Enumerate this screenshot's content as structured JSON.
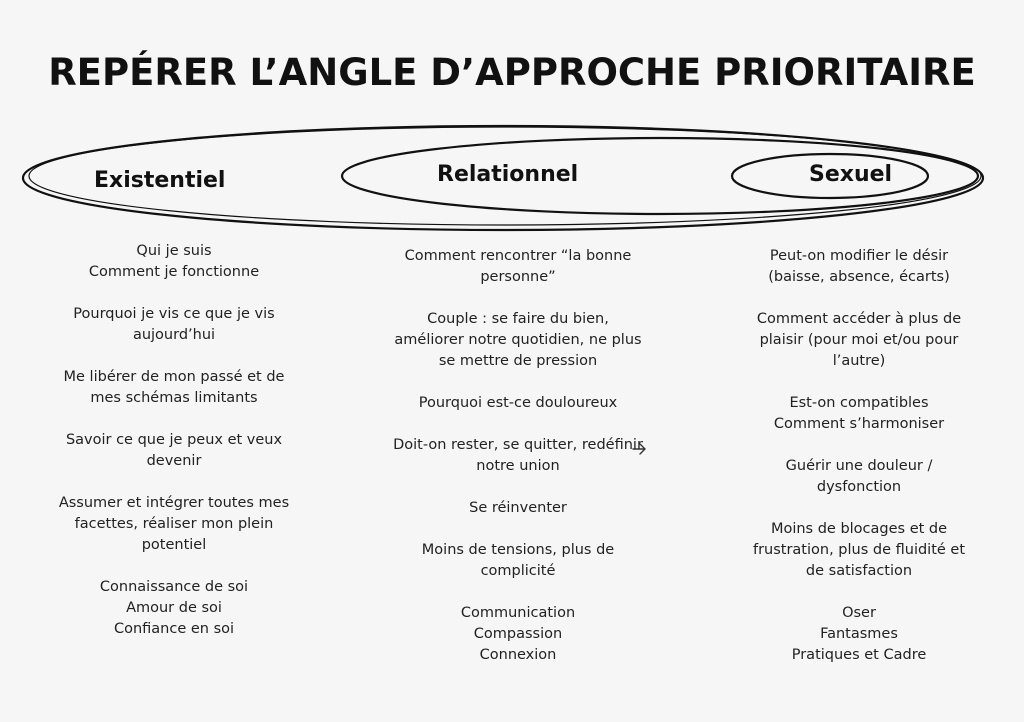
{
  "title": "REPÉRER L’ANGLE D’APPROCHE PRIORITAIRE",
  "circles": {
    "existentiel": "Existentiel",
    "relationnel": "Relationnel",
    "sexuel": "Sexuel"
  },
  "columns": {
    "existentiel": [
      [
        "Qui je suis",
        "Comment je fonctionne"
      ],
      [
        "Pourquoi je vis ce que je vis",
        "aujourd’hui"
      ],
      [
        "Me libérer de mon passé et de",
        "mes schémas limitants"
      ],
      [
        "Savoir ce que je peux et veux",
        "devenir"
      ],
      [
        "Assumer et intégrer toutes mes",
        "facettes, réaliser mon plein",
        "potentiel"
      ],
      [
        "Connaissance de soi",
        "Amour de soi",
        "Confiance en soi"
      ]
    ],
    "relationnel": [
      [
        "Comment rencontrer “la bonne",
        "personne”"
      ],
      [
        "Couple : se faire du bien,",
        "améliorer notre quotidien, ne plus",
        "se mettre de pression"
      ],
      [
        "Pourquoi est-ce douloureux"
      ],
      [
        "Doit-on rester, se quitter, redéfinir",
        "notre union"
      ],
      [
        "Se réinventer"
      ],
      [
        "Moins de tensions, plus de",
        "complicité"
      ],
      [
        "Communication",
        "Compassion",
        "Connexion"
      ]
    ],
    "sexuel": [
      [
        "Peut-on modifier le désir",
        "(baisse, absence, écarts)"
      ],
      [
        "Comment accéder à plus de",
        "plaisir (pour moi et/ou pour",
        "l’autre)"
      ],
      [
        "Est-on compatibles",
        "Comment s’harmoniser"
      ],
      [
        "Guérir une douleur /",
        "dysfonction"
      ],
      [
        "Moins de blocages et de",
        "frustration, plus de fluidité et",
        "de satisfaction"
      ],
      [
        "Oser",
        "Fantasmes",
        "Pratiques et Cadre"
      ]
    ]
  },
  "colors": {
    "background": "#f6f6f6",
    "ink": "#111111",
    "text": "#222222"
  },
  "icons": {
    "cursor": "arrow-cursor-icon"
  }
}
